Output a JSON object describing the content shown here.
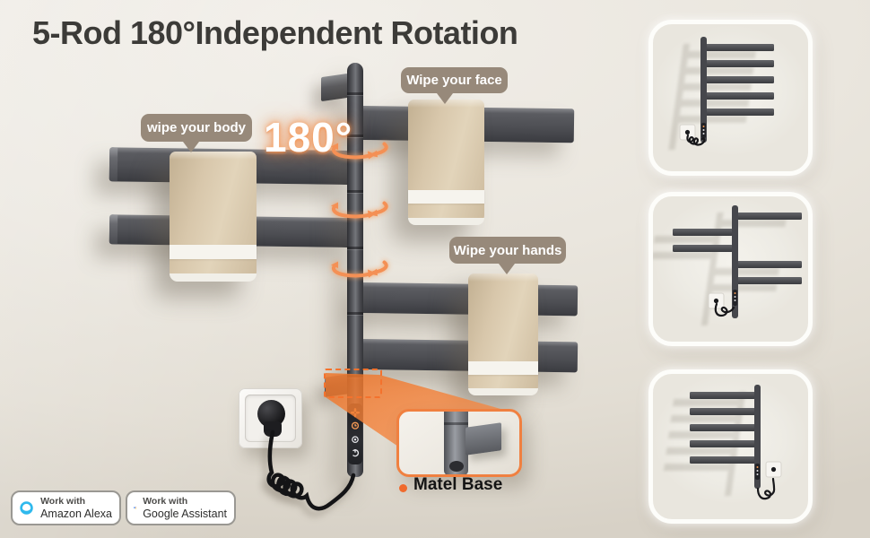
{
  "title": "5-Rod 180°Independent Rotation",
  "callouts": {
    "body": {
      "label": "wipe your body"
    },
    "face": {
      "label": "Wipe your face"
    },
    "hands": {
      "label": "Wipe your hands"
    },
    "rotation_degree": "180°",
    "base": {
      "label": "Matel Base"
    }
  },
  "badges": {
    "alexa": {
      "line1": "Work with",
      "line2": "Amazon Alexa",
      "icon": "amazon-alexa-logo"
    },
    "google": {
      "line1": "Work with",
      "line2": "Google Assistant",
      "icon": "google-assistant-logo"
    }
  },
  "thumbnails": [
    {
      "name": "rack-all-rods-right"
    },
    {
      "name": "rack-rods-alternating"
    },
    {
      "name": "rack-all-rods-left"
    }
  ],
  "colors": {
    "accent_orange": "#f08040",
    "bubble_taupe": "#97897a",
    "rod_dark": "#4a4b50",
    "towel_beige": "#d7c5a8",
    "wall": "#eae6de",
    "alexa_blue": "#2fb9ed",
    "google_blue": "#4285f4",
    "google_red": "#ea4335",
    "google_yellow": "#fbbc05",
    "google_green": "#34a853"
  }
}
